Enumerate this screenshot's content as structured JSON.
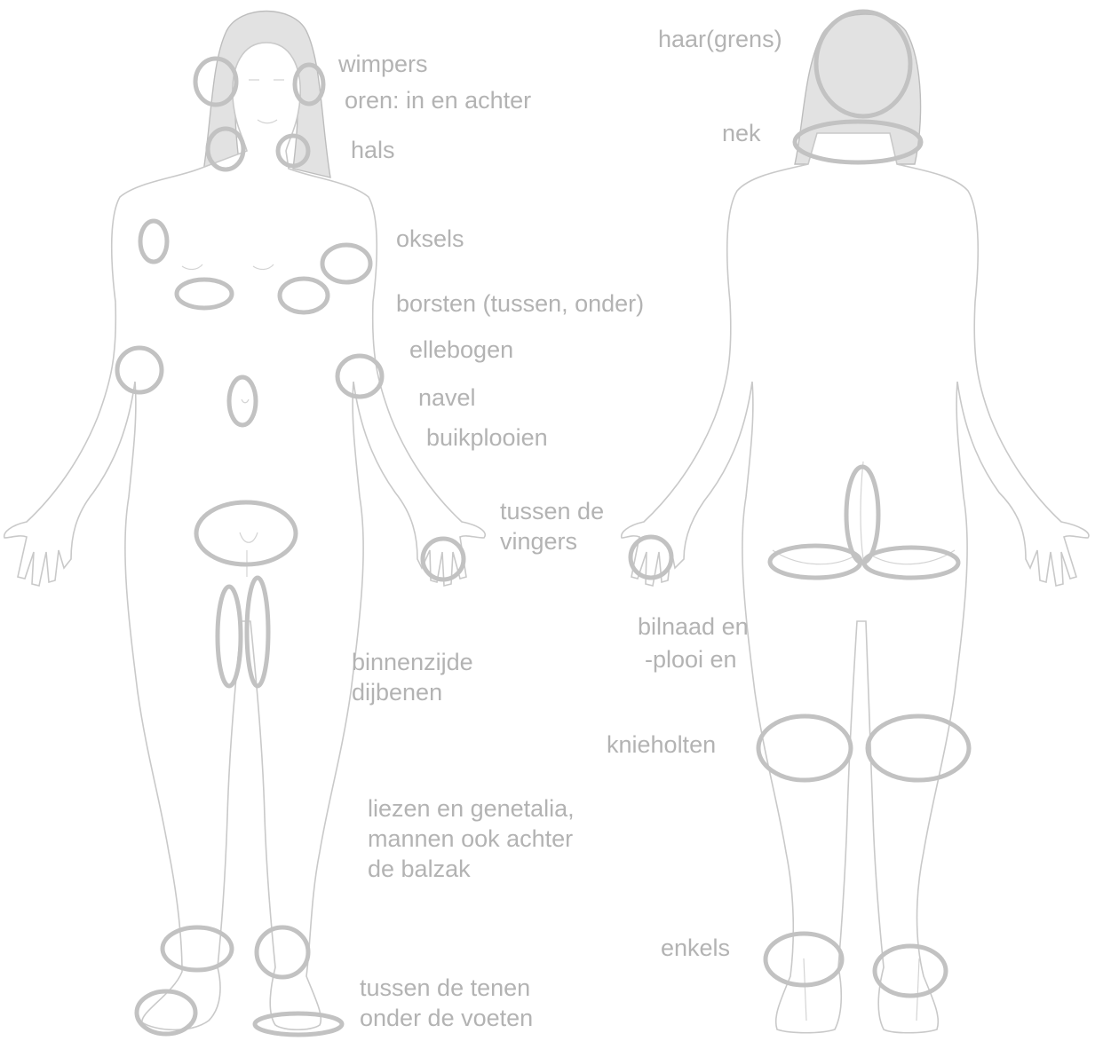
{
  "labels": {
    "wimpers": "wimpers",
    "oren": "oren: in en achter",
    "hals": "hals",
    "oksels": "oksels",
    "borsten": "borsten (tussen, onder)",
    "ellebogen": "ellebogen",
    "navel": "navel",
    "buikplooien": "buikplooien",
    "vingers_1": "tussen de",
    "vingers_2": "vingers",
    "dijbenen_1": "binnenzijde",
    "dijbenen_2": "dijbenen",
    "liezen_1": "liezen en genetalia,",
    "liezen_2": "mannen ook achter",
    "liezen_3": "de balzak",
    "tenen_1": "tussen de tenen",
    "tenen_2": "onder de voeten",
    "haar": "haar(grens)",
    "nek": "nek",
    "bilnaad_1": "bilnaad en",
    "bilnaad_2": "-plooi en",
    "knieholten": "knieholten",
    "enkels": "enkels"
  },
  "colors": {
    "label": "#b3b3b3",
    "marker": "#c2c2c2",
    "outline": "#c9c9c9"
  }
}
